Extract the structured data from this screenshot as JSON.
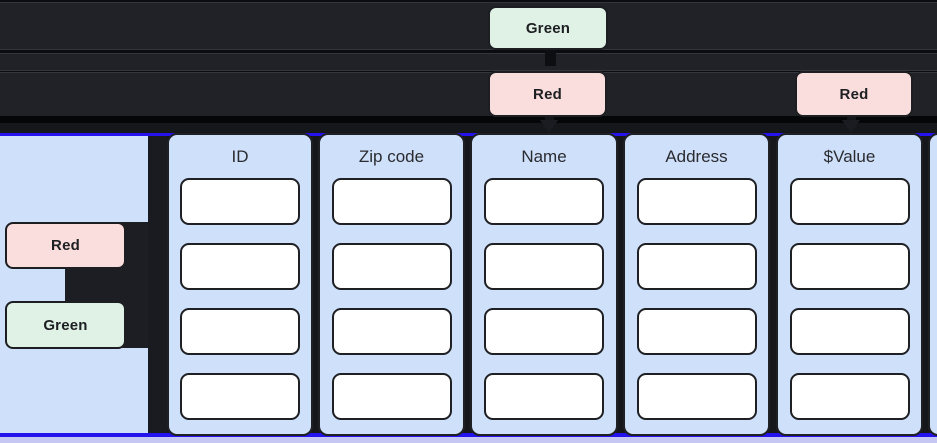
{
  "diagram": {
    "top_row": {
      "green_badge": {
        "label": "Green"
      },
      "red_badge_center": {
        "label": "Red"
      },
      "red_badge_right": {
        "label": "Red"
      }
    },
    "side_panel": {
      "red_badge": {
        "label": "Red"
      },
      "green_badge": {
        "label": "Green"
      }
    },
    "table": {
      "columns": [
        {
          "header": "ID"
        },
        {
          "header": "Zip code"
        },
        {
          "header": "Name"
        },
        {
          "header": "Address"
        },
        {
          "header": "$Value"
        }
      ],
      "rows_per_column": 4
    },
    "colors": {
      "green_badge_fill": "#dff2e5",
      "red_badge_fill": "#fadedd",
      "column_fill": "#cfe0fb",
      "cell_fill": "#ffffff",
      "selection_blue": "#2513ee",
      "lavender_strip": "#c6c8f3",
      "band_fill": "#212228",
      "canvas_dark": "#0b0c0f"
    }
  }
}
